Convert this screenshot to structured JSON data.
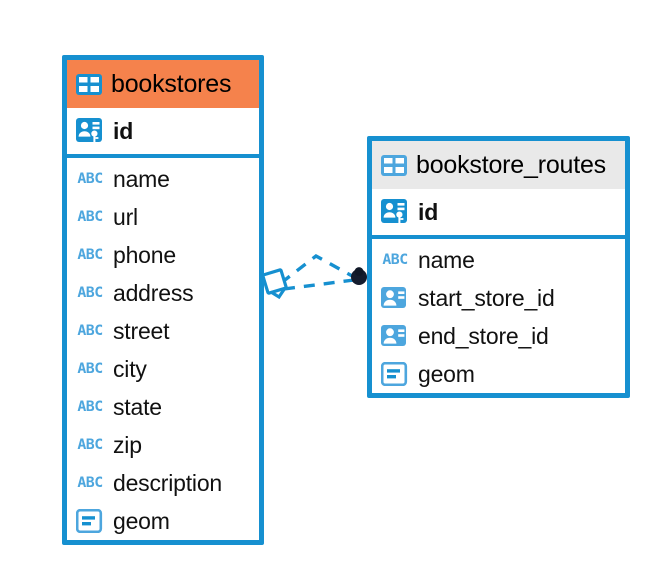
{
  "diagram": {
    "type": "entity-relationship-diagram",
    "background": "#ffffff",
    "accent_blue": "#1690d0",
    "accent_orange": "#f5824c",
    "accent_grey": "#e9e9e9"
  },
  "entities": [
    {
      "id": "bookstores",
      "name": "bookstores",
      "header_style": "accent-orange",
      "table_icon": "table-icon",
      "primary_key": {
        "name": "id",
        "icon": "primary-key-icon",
        "type_icon": "key"
      },
      "columns": [
        {
          "name": "name",
          "icon": "abc-text-icon",
          "icon_label": "ABC"
        },
        {
          "name": "url",
          "icon": "abc-text-icon",
          "icon_label": "ABC"
        },
        {
          "name": "phone",
          "icon": "abc-text-icon",
          "icon_label": "ABC"
        },
        {
          "name": "address",
          "icon": "abc-text-icon",
          "icon_label": "ABC"
        },
        {
          "name": "street",
          "icon": "abc-text-icon",
          "icon_label": "ABC"
        },
        {
          "name": "city",
          "icon": "abc-text-icon",
          "icon_label": "ABC"
        },
        {
          "name": "state",
          "icon": "abc-text-icon",
          "icon_label": "ABC"
        },
        {
          "name": "zip",
          "icon": "abc-text-icon",
          "icon_label": "ABC"
        },
        {
          "name": "description",
          "icon": "abc-text-icon",
          "icon_label": "ABC"
        },
        {
          "name": "geom",
          "icon": "geometry-icon",
          "icon_label": ""
        }
      ]
    },
    {
      "id": "bookstore_routes",
      "name": "bookstore_routes",
      "header_style": "accent-grey",
      "table_icon": "table-icon",
      "primary_key": {
        "name": "id",
        "icon": "primary-key-icon",
        "type_icon": "key"
      },
      "columns": [
        {
          "name": "name",
          "icon": "abc-text-icon",
          "icon_label": "ABC"
        },
        {
          "name": "start_store_id",
          "icon": "foreign-key-icon",
          "icon_label": ""
        },
        {
          "name": "end_store_id",
          "icon": "foreign-key-icon",
          "icon_label": ""
        },
        {
          "name": "geom",
          "icon": "geometry-icon",
          "icon_label": ""
        }
      ]
    }
  ],
  "relationship": {
    "from_entity": "bookstores",
    "to_entity": "bookstore_routes",
    "line_style": "dashed",
    "line_color": "#1690d0",
    "source_marker": "crows-foot-diamond",
    "target_marker": "filled-circle",
    "target_marker_color": "#111827"
  }
}
